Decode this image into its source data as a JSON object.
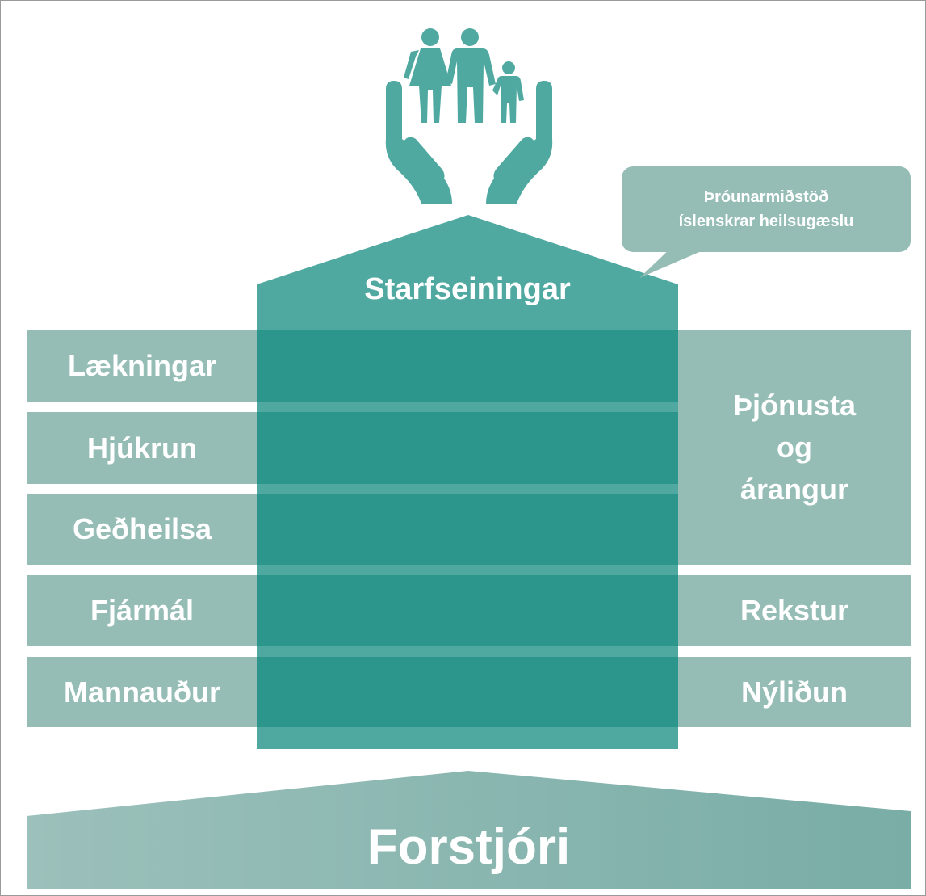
{
  "diagram": {
    "callout_lines": [
      "Þróunarmiðstöð",
      "íslenskrar heilsugæslu"
    ],
    "column_label": "Starfseiningar",
    "left_bands": [
      "Lækningar",
      "Hjúkrun",
      "Geðheilsa",
      "Fjármál",
      "Mannauður"
    ],
    "right_group_lines": [
      "Þjónusta",
      "og",
      "árangur"
    ],
    "right_bands": [
      "Rekstur",
      "Nýliðun"
    ],
    "base_label": "Forstjóri",
    "icon": "family-in-hands-icon",
    "colors": {
      "band": "#95bdb6",
      "column": "#4fa9a0",
      "column_dark": "#2c968c",
      "icon": "#4fa9a0",
      "callout": "#95bdb6",
      "base_left": "#9cc0bb",
      "base_right": "#79ada6",
      "text": "#ffffff"
    }
  }
}
